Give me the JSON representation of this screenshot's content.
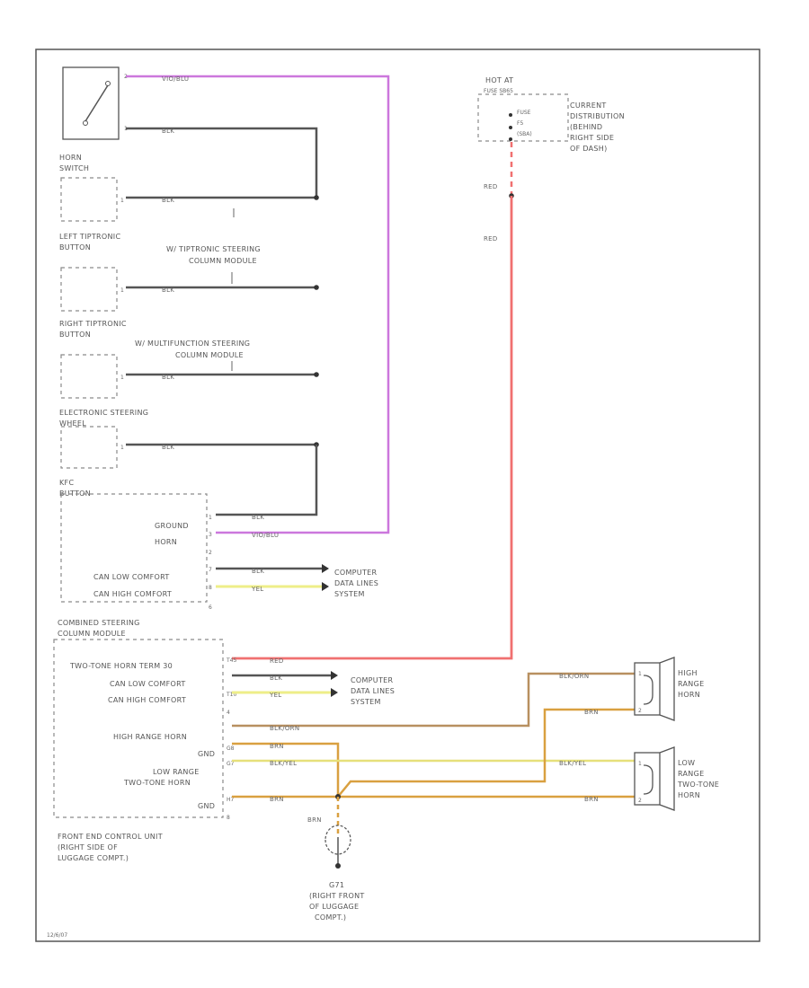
{
  "labels": {
    "horn_switch": [
      "HORN",
      "SWITCH"
    ],
    "left_tiptronic": [
      "LEFT TIPTRONIC",
      "BUTTON"
    ],
    "right_tiptronic": [
      "RIGHT TIPTRONIC",
      "BUTTON"
    ],
    "electronic_steering": [
      "ELECTRONIC STEERING",
      "WHEEL"
    ],
    "kfc_button": [
      "KFC",
      "BUTTON"
    ],
    "tiptronic_module": [
      "W/ TIPTRONIC STEERING",
      "COLUMN MODULE"
    ],
    "multifunction_module": [
      "W/ MULTIFUNCTION STEERING",
      "COLUMN MODULE"
    ],
    "hot_at": "HOT AT",
    "fuse_ref": "FUSE",
    "current_dist": [
      "CURRENT",
      "DISTRIBUTION",
      "(BEHIND",
      "RIGHT SIDE",
      "OF DASH)"
    ],
    "fuse_pins": [
      "FUSE",
      "F5",
      "(SBA)"
    ],
    "kfc_pins": [
      "GROUND",
      "HORN",
      "CAN LOW COMFORT",
      "CAN HIGH COMFORT"
    ],
    "computer_data_1": [
      "COMPUTER",
      "DATA LINES",
      "SYSTEM"
    ],
    "combined_module": [
      "COMBINED STEERING",
      "COLUMN MODULE"
    ],
    "csm_pins": [
      "TWO-TONE HORN TERM 30",
      "CAN LOW COMFORT",
      "CAN HIGH COMFORT",
      "HIGH RANGE HORN",
      "GND",
      "LOW RANGE",
      "TWO-TONE HORN",
      "GND"
    ],
    "computer_data_2": [
      "COMPUTER",
      "DATA LINES",
      "SYSTEM"
    ],
    "front_end": [
      "FRONT END CONTROL UNIT",
      "(RIGHT SIDE OF",
      "LUGGAGE COMPT.)"
    ],
    "high_horn": [
      "HIGH",
      "RANGE",
      "HORN"
    ],
    "low_horn": [
      "LOW",
      "RANGE",
      "TWO-TONE",
      "HORN"
    ],
    "ground": [
      "G71",
      "(RIGHT FRONT",
      "OF LUGGAGE",
      "COMPT.)"
    ],
    "footer": "12/6/07"
  },
  "wires": {
    "vio_blu": "VIO/BLU",
    "blk": "BLK",
    "red": "RED",
    "yel": "YEL",
    "blk_orn": "BLK/ORN",
    "brn": "BRN",
    "blk_yel": "BLK/YEL"
  },
  "colors": {
    "violet": "#cc77dd",
    "red": "#f07070",
    "yellow": "#eeee88",
    "brown": "#b89060",
    "orange_brown": "#d9a040",
    "black": "#555555"
  }
}
